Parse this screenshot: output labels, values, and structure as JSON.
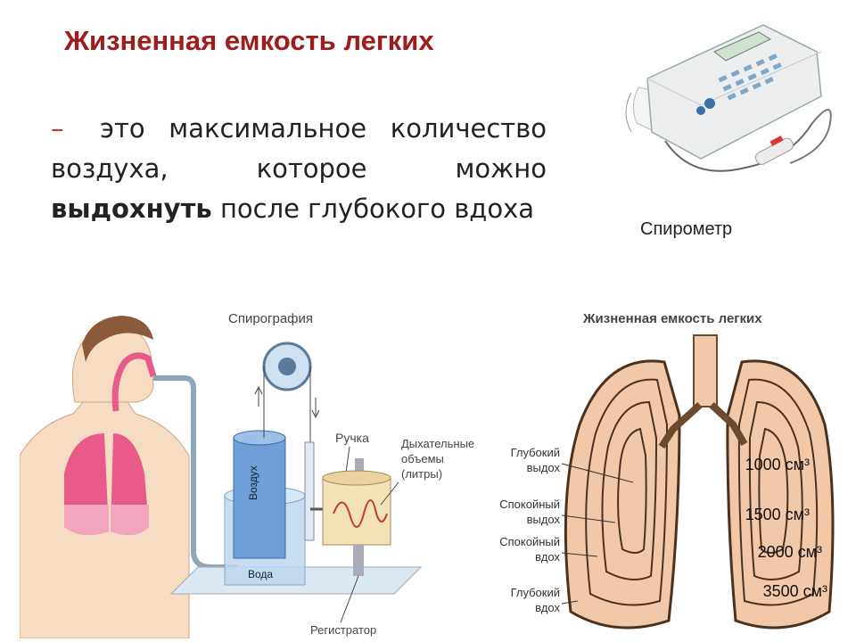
{
  "slide": {
    "title": "Жизненная емкость легких",
    "definition": {
      "dash": "–",
      "text_before": "это максимальное количество воздуха, которое можно",
      "bold": "выдохнуть",
      "text_after": "после глубокого вдоха"
    },
    "device_caption": "Спирометр"
  },
  "spirograph": {
    "title": "Спирография",
    "labels": {
      "air": "Воздух",
      "water": "Вода",
      "pen": "Ручка",
      "volumes": [
        "Дыхательные",
        "объемы",
        "(литры)"
      ],
      "recorder": "Регистратор"
    }
  },
  "lungs": {
    "title": "Жизненная емкость легких",
    "left_labels": [
      [
        "Глубокий",
        "выдох"
      ],
      [
        "Спокойный",
        "выдох"
      ],
      [
        "Спокойный",
        "вдох"
      ],
      [
        "Глубокий",
        "вдох"
      ]
    ],
    "volumes": [
      "1000 см³",
      "1500 см³",
      "2000 см³",
      "3500 см³"
    ]
  },
  "colors": {
    "title": "#a01c1c",
    "lung_fill": "#f2c9a8",
    "lung_pink": "#e85a8a",
    "cylinder_blue": "#6f9fd8"
  }
}
